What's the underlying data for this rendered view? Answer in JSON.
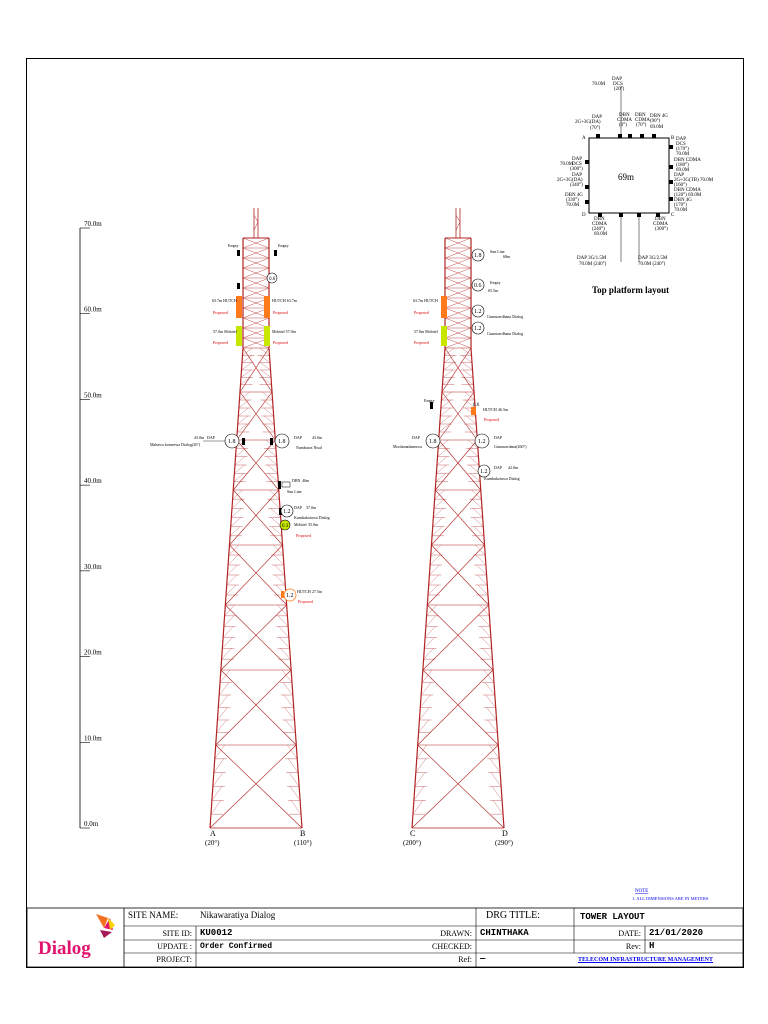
{
  "heights": [
    "70.0m",
    "60.0m",
    "50.0m",
    "40.0m",
    "30.0m",
    "20.0m",
    "10.0m",
    "0.0m"
  ],
  "legs": {
    "a": {
      "label": "A",
      "deg": "(20°)"
    },
    "b": {
      "label": "B",
      "deg": "(110°)"
    },
    "c": {
      "label": "C",
      "deg": "(200°)"
    },
    "d": {
      "label": "D",
      "deg": "(290°)"
    }
  },
  "platform": {
    "title": "Top platform layout",
    "height": "69m",
    "a": "A",
    "b": "B",
    "d": "D",
    "c": "C",
    "labels": {
      "top1": "DAP",
      "top2": "DCS",
      "top3": "70.0M",
      "top4": "(20°)",
      "n1": "DAP",
      "n2": "2G+3G(DA)",
      "n3": "(70°)",
      "n4": "DBN",
      "n5": "CDMA",
      "n6": "(0°)",
      "n7": "DBN",
      "n8": "CDMA",
      "n9": "(70°)",
      "n10": "DBN 4G",
      "n11": "(90°)",
      "n12": "69.0M",
      "e1": "DAP",
      "e2": "DCS",
      "e3": "(170°)",
      "e4": "70.0M",
      "e5": "DBN CDMA",
      "e6": "(180°)",
      "e7": "69.0M",
      "e8": "DAP",
      "e9": "2G+3G(TB) 70.0M",
      "e10": "(160°)",
      "e11": "DBN CDMA",
      "e12": "(120°) 69.0M",
      "e13": "DBN 4G",
      "e14": "(170°)",
      "e15": "70.0M",
      "w1": "DAP",
      "w2": "DCS",
      "w3": "70.0M",
      "w4": "(300°)",
      "w5": "DAP",
      "w6": "2G+3G(DA)",
      "w7": "(340°)",
      "w8": "DBN 4G",
      "w9": "(330°)",
      "w10": "70.0M",
      "s1": "DBN",
      "s2": "CDMA",
      "s3": "(240°)",
      "s4": "69.0M",
      "s5": "DBN",
      "s6": "CDMA",
      "s7": "(300°)",
      "s8": "DAP 3G/1.5M",
      "s9": "70.0M (240°)",
      "s10": "DAP 3G/2.5M",
      "s11": "70.0M (240°)"
    }
  },
  "notes": {
    "title": "NOTE",
    "line": "1. ALL DIMENSIONS ARE IN METERS"
  },
  "titleblock": {
    "brand": "Dialog",
    "site_name_label": "SITE NAME:",
    "site_name": "Nikawaratiya Dialog",
    "drg_title_label": "DRG TITLE:",
    "drg_title": "TOWER LAYOUT",
    "site_id_label": "SITE ID:",
    "site_id": "KU0012",
    "drawn_label": "DRAWN:",
    "drawn": "CHINTHAKA",
    "date_label": "DATE:",
    "date": "21/01/2020",
    "update_label": "UPDATE :",
    "update": "Order Confirmed",
    "checked_label": "CHECKED:",
    "checked": "",
    "rev_label": "Rev:",
    "rev": "H",
    "project_label": "PROJECT:",
    "project": "",
    "ref_label": "Ref:",
    "ref": "—",
    "company": "TELECOM INFRASTRUCTURE MANAGEMENT"
  },
  "left_tower": {
    "dish1": "1.8",
    "dish1_label": "Mahawa komeewa Dialog(20°)",
    "dish1_tag": "DAP",
    "dish1_ht": "43.0m",
    "dish2": "1.8",
    "dish2_tag": "DAP",
    "dish2_ht": "43.0m",
    "dish2_label": "Nambuwa Nisal",
    "dish3": "1.2",
    "dish3_tag": "DAP",
    "dish3_ht": "37.0m",
    "dish3_label": "Kumbukotuwa Dialog",
    "dish4": "0.3",
    "dish4_label": "Mobitel",
    "dish4_ht": "35.0m",
    "dish4_note": "Proposed",
    "dish5": "1.2",
    "dish5_tag": "HUTCH",
    "dish5_ht": "27.5m",
    "dish5_note": "Proposed",
    "dish6": "0.6",
    "ant1": "Empty",
    "ant2": "Empty",
    "ant3": "DBN",
    "ant3_ht": "40m",
    "ant3_label": "Sun Line",
    "hutch1": "63.7m HUTCH",
    "hutch1_note": "Proposed",
    "hutch2": "HUTCH 63.7m",
    "hutch2_note": "Proposed",
    "mobitel1": "57.0m Mobitel",
    "mobitel1_note": "Proposed",
    "mobitel2": "Mobitel 57.0m",
    "mobitel2_note": "Proposed"
  },
  "right_tower": {
    "dish1": "1.8",
    "dish1_label": "Sun Line",
    "dish1_ht": "68m",
    "dish2": "0.6",
    "dish2_label": "Empty",
    "dish2_ht": "65.5m",
    "dish3": "1.2",
    "dish3_label": "Gunawardhana Dialog",
    "dish4": "1.2",
    "dish4_label": "Gunawardhana Dialog",
    "dish5": "1.8",
    "dish5_tag": "DAP",
    "dish5_label": "Moolamadamuwa",
    "dish6": "1.2",
    "dish6_tag": "DAP",
    "dish6_label": "Gunawardana(260°)",
    "dish7": "1.2",
    "dish7_tag": "DAP",
    "dish7_ht": "42.0m",
    "dish7_label": "Kumbukotuwa Dialog",
    "dish8": "0.6",
    "dish8_tag": "HUTCH",
    "dish8_ht": "46.5m",
    "dish8_note": "Proposed",
    "hutch1": "63.7m HUTCH",
    "hutch1_note": "Proposed",
    "mobitel1": "57.0m Mobitel",
    "mobitel1_note": "Proposed",
    "empty1": "Empty"
  }
}
